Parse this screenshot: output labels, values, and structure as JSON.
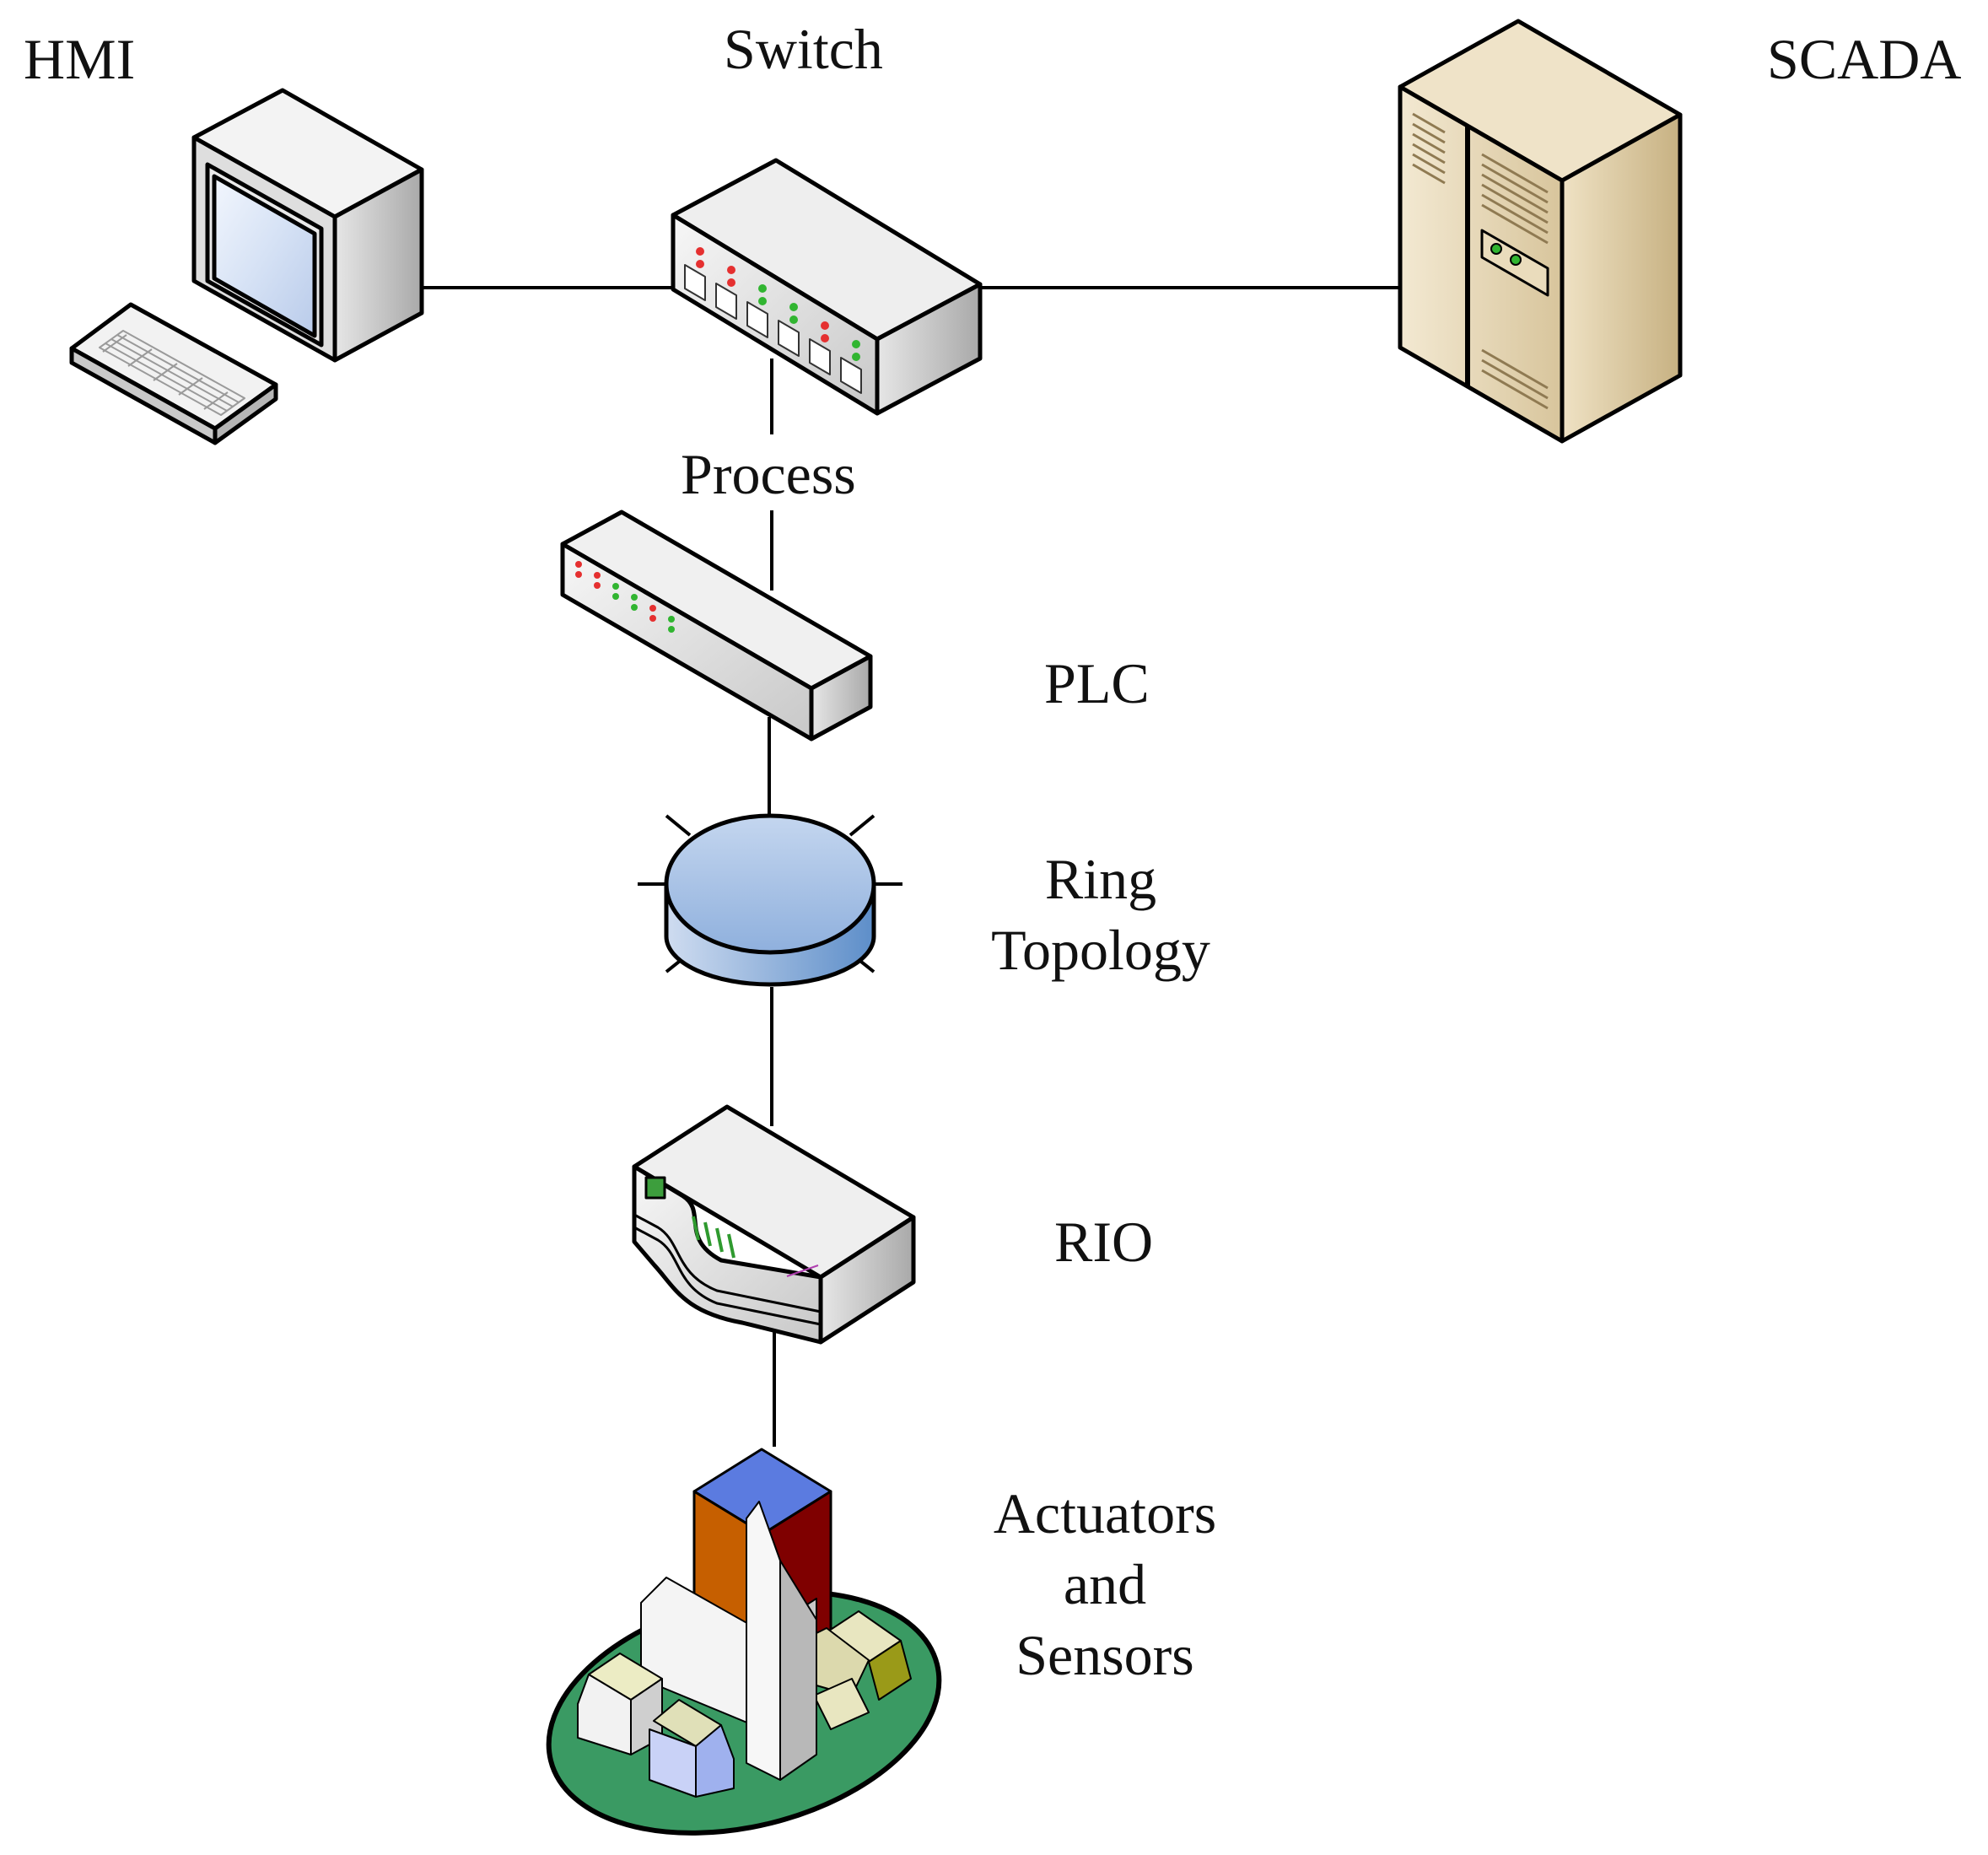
{
  "labels": {
    "hmi": "HMI",
    "switch": "Switch",
    "scada": "SCADA",
    "process": "Process",
    "plc": "PLC",
    "ring_line1": "Ring",
    "ring_line2": "Topology",
    "rio": "RIO",
    "field_line1": "Actuators",
    "field_line2": "and",
    "field_line3": "Sensors"
  },
  "icons": {
    "hmi": "workstation-icon",
    "switch": "network-switch-icon",
    "scada": "server-tower-icon",
    "plc": "plc-device-icon",
    "ring": "ring-hub-icon",
    "rio": "remote-io-icon",
    "field": "field-site-icon"
  },
  "colors": {
    "outline": "#000000",
    "device_gray": "#d9d9d9",
    "screen_blue": "#dbe6f6",
    "server_beige": "#e6d6b4",
    "ring_blue": "#9ab8e0",
    "field_green": "#3a9a63",
    "led_red": "#e53030",
    "led_green": "#31b531"
  }
}
